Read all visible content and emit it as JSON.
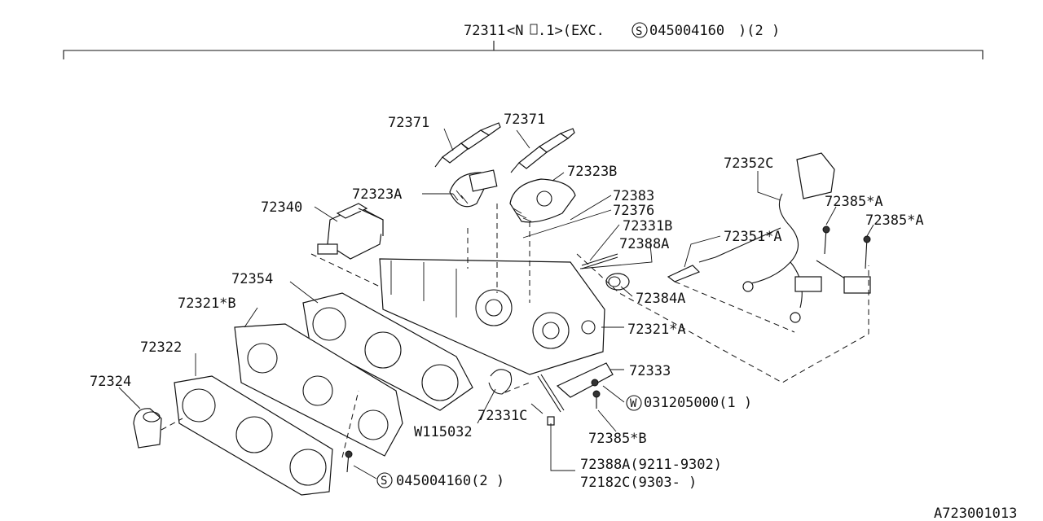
{
  "header": {
    "number": "72311",
    "note": "<N",
    "note2": ".1>(EXC.",
    "badge": "S",
    "code": "045004160",
    "qty": ")(2 )"
  },
  "labels": {
    "p72371a": "72371",
    "p72371b": "72371",
    "p72323b": "72323B",
    "p72323a": "72323A",
    "p72383": "72383",
    "p72376": "72376",
    "p72331b": "72331B",
    "p72388a_top": "72388A",
    "p72340": "72340",
    "p72352c": "72352C",
    "p72385a1": "72385*A",
    "p72385a2": "72385*A",
    "p72351a": "72351*A",
    "p72354": "72354",
    "p72384a": "72384A",
    "p72321b": "72321*B",
    "p72321a": "72321*A",
    "p72322": "72322",
    "p72333": "72333",
    "p72324": "72324",
    "w_code": "031205000(1 )",
    "w_badge": "W",
    "p72331c": "72331C",
    "w115032": "W115032",
    "p72385b": "72385*B",
    "p72388a_bottom": "72388A(9211-9302)",
    "p72182c": "72182C(9303-     )",
    "s_badge": "S",
    "s_code": "045004160(2 )",
    "ref": "A723001013"
  }
}
